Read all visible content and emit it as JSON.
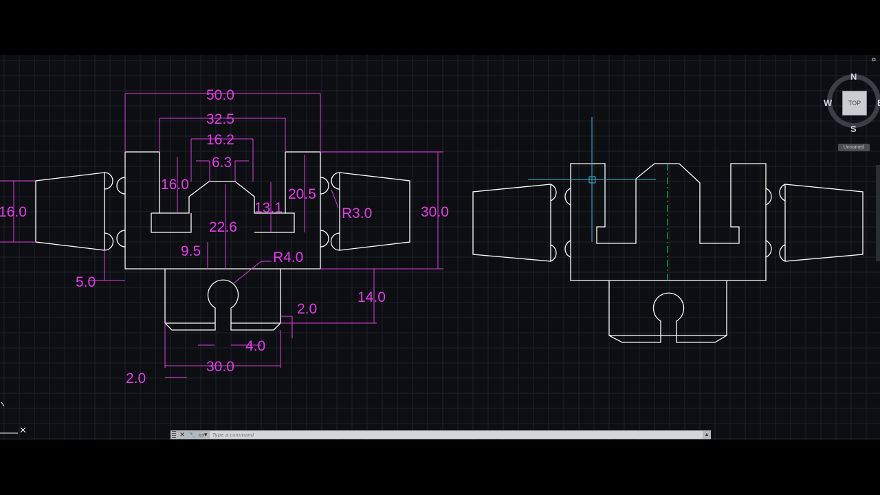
{
  "dimensions": {
    "left": [
      "50.0",
      "32.5",
      "16.2",
      "6.3",
      "16.0",
      "16.0",
      "20.5",
      "R3.0",
      "30.0",
      "22.6",
      "13.1",
      "9.5",
      "R4.0",
      "5.0",
      "14.0",
      "2.0",
      "4.0",
      "30.0",
      "2.0"
    ]
  },
  "viewcube": {
    "north": "N",
    "south": "S",
    "west": "W",
    "east": "E",
    "face": "TOP",
    "view_name": "Unnamed"
  },
  "command_line": {
    "placeholder": "Type a command"
  },
  "colors": {
    "dimension": "#e23de6",
    "geometry": "#ffffff",
    "centerline": "#2bb34a",
    "crosshair": "#3fb9d8",
    "grid": "#1f232a"
  }
}
